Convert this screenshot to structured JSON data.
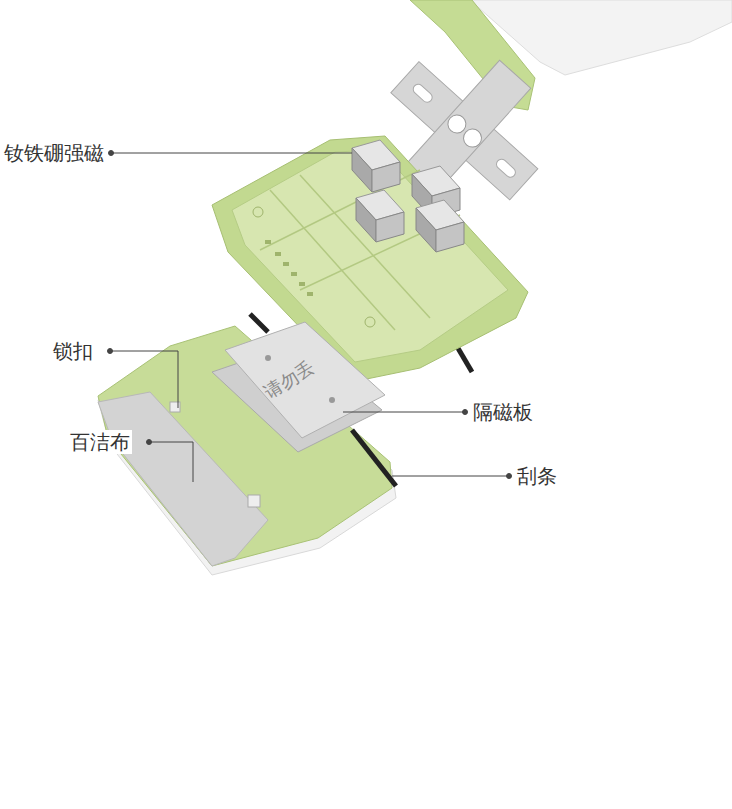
{
  "diagram": {
    "labels": [
      "钕铁硼强磁",
      "锁扣",
      "百洁布",
      "隔磁板",
      "刮条",
      "请勿丢"
    ]
  }
}
